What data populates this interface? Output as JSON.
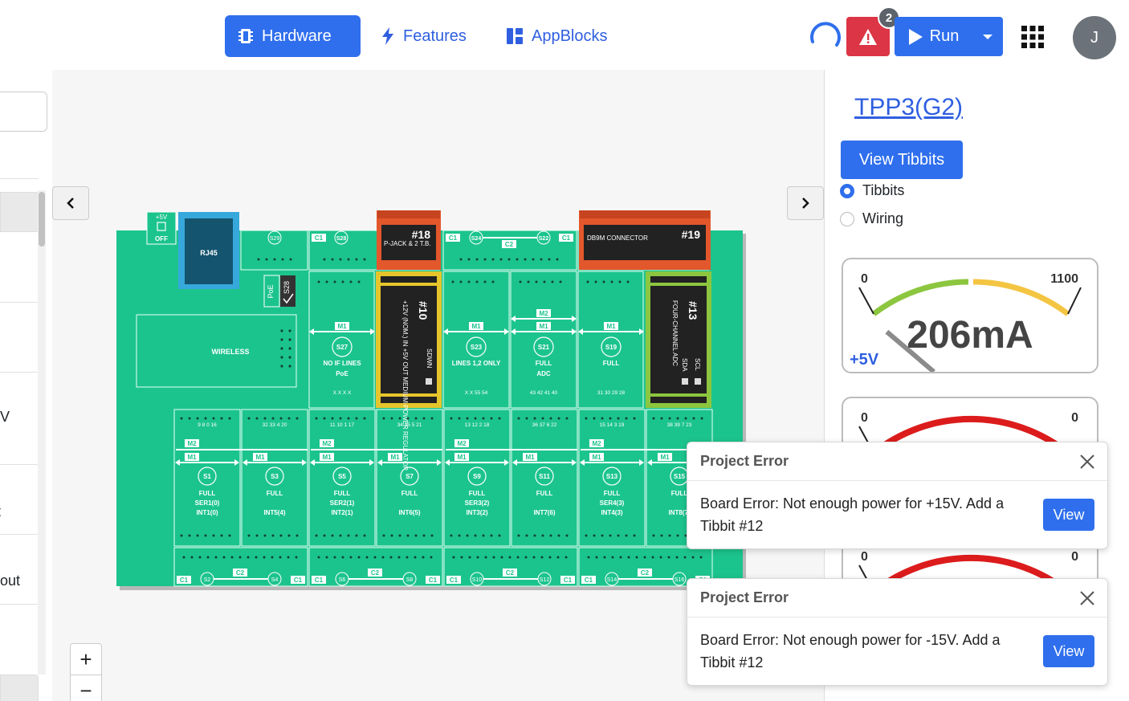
{
  "nav": {
    "hardware": "Hardware",
    "features": "Features",
    "appblocks": "AppBlocks",
    "alert_count": "2",
    "run": "Run",
    "avatar": "J"
  },
  "left_panel": {
    "fragments": [
      "V",
      "t",
      "out"
    ]
  },
  "board": {
    "rj45": "RJ45",
    "plus5v": "+5V",
    "off": "OFF",
    "wireless": "WIRELESS",
    "poe": "PoE",
    "s28": "S28",
    "s29": "S29",
    "c1": "C1",
    "c2": "C2",
    "m1": "M1",
    "m2": "M2",
    "top_pins": [
      "S28",
      "S24",
      "S22"
    ],
    "t18_num": "#18",
    "t18_desc": "P-JACK & 2 T.B.",
    "t19_num": "#19",
    "t19_desc": "DB9M CONNECTOR",
    "t10_num": "#10",
    "t10_desc": "+12V (NOM.) IN +5V OUT MEDIUM-POWER REGULATOR",
    "t10_pin": "SDWN",
    "t13_num": "#13",
    "t13_desc": "FOUR-CHANNEL ADC",
    "t13_pin1": "SCL",
    "t13_pin2": "SDA",
    "mid_slots": [
      {
        "s": "S27",
        "label": "NO IF LINES PoE",
        "pins": "X X X X"
      },
      {
        "s": "S23",
        "label": "LINES 1,2 ONLY",
        "pins": "X X 55 54"
      },
      {
        "s": "S21",
        "label": "FULL ADC",
        "pins": "43 42 41 40"
      },
      {
        "s": "S19",
        "label": "FULL",
        "pins": "31 30 29 28"
      }
    ],
    "low_slots": [
      {
        "top": "9 8 0 16",
        "s": "S1",
        "l1": "FULL",
        "l2": "SER1(0)",
        "l3": "INT1(0)"
      },
      {
        "top": "32 33 4 20",
        "s": "S3",
        "l1": "FULL",
        "l2": "",
        "l3": "INT5(4)"
      },
      {
        "top": "11 10 1 17",
        "s": "S5",
        "l1": "FULL",
        "l2": "SER2(1)",
        "l3": "INT2(1)"
      },
      {
        "top": "34 35 5 21",
        "s": "S7",
        "l1": "FULL",
        "l2": "",
        "l3": "INT6(5)"
      },
      {
        "top": "13 12 2 18",
        "s": "S9",
        "l1": "FULL",
        "l2": "SER3(2)",
        "l3": "INT3(2)"
      },
      {
        "top": "36 37 6 22",
        "s": "S11",
        "l1": "FULL",
        "l2": "",
        "l3": "INT7(6)"
      },
      {
        "top": "15 14 3 19",
        "s": "S13",
        "l1": "FULL",
        "l2": "SER4(3)",
        "l3": "INT4(3)"
      },
      {
        "top": "38 39 7 23",
        "s": "S15",
        "l1": "FULL",
        "l2": "",
        "l3": "INT8(7)"
      }
    ],
    "bottom_pins": [
      "S2",
      "S4",
      "S6",
      "S8",
      "S10",
      "S12",
      "S14",
      "S16"
    ]
  },
  "zoom": {
    "plus": "+",
    "minus": "−"
  },
  "right_panel": {
    "device": "TPP3(G2)",
    "view_tibbits": "View Tibbits",
    "radio_tibbits": "Tibbits",
    "radio_wiring": "Wiring",
    "gauge1": {
      "min": "0",
      "max": "1100",
      "reading": "206mA",
      "rail": "+5V",
      "value": 206
    },
    "gauge2": {
      "min": "0",
      "max": "0"
    },
    "gauge3": {
      "min": "0",
      "max": "0"
    }
  },
  "toasts": [
    {
      "title": "Project Error",
      "message": "Board Error: Not enough power for +15V. Add a Tibbit #12",
      "button": "View"
    },
    {
      "title": "Project Error",
      "message": "Board Error: Not enough power for -15V. Add a Tibbit #12",
      "button": "View"
    }
  ],
  "colors": {
    "primary": "#2f6fed",
    "danger": "#dc3545",
    "board": "#1cc48d",
    "board_dark": "#12a274",
    "tibbit_orange": "#e3572c",
    "tibbit_yellow": "#e6c52c",
    "tibbit_green": "#8cc63f"
  },
  "icons": [
    "chip-icon",
    "bolt-icon",
    "blocks-icon",
    "spinner-icon",
    "warning-icon",
    "play-icon",
    "caret-down-icon",
    "grid-icon",
    "chevron-left-icon",
    "chevron-right-icon",
    "close-icon",
    "plus-icon",
    "minus-icon"
  ]
}
